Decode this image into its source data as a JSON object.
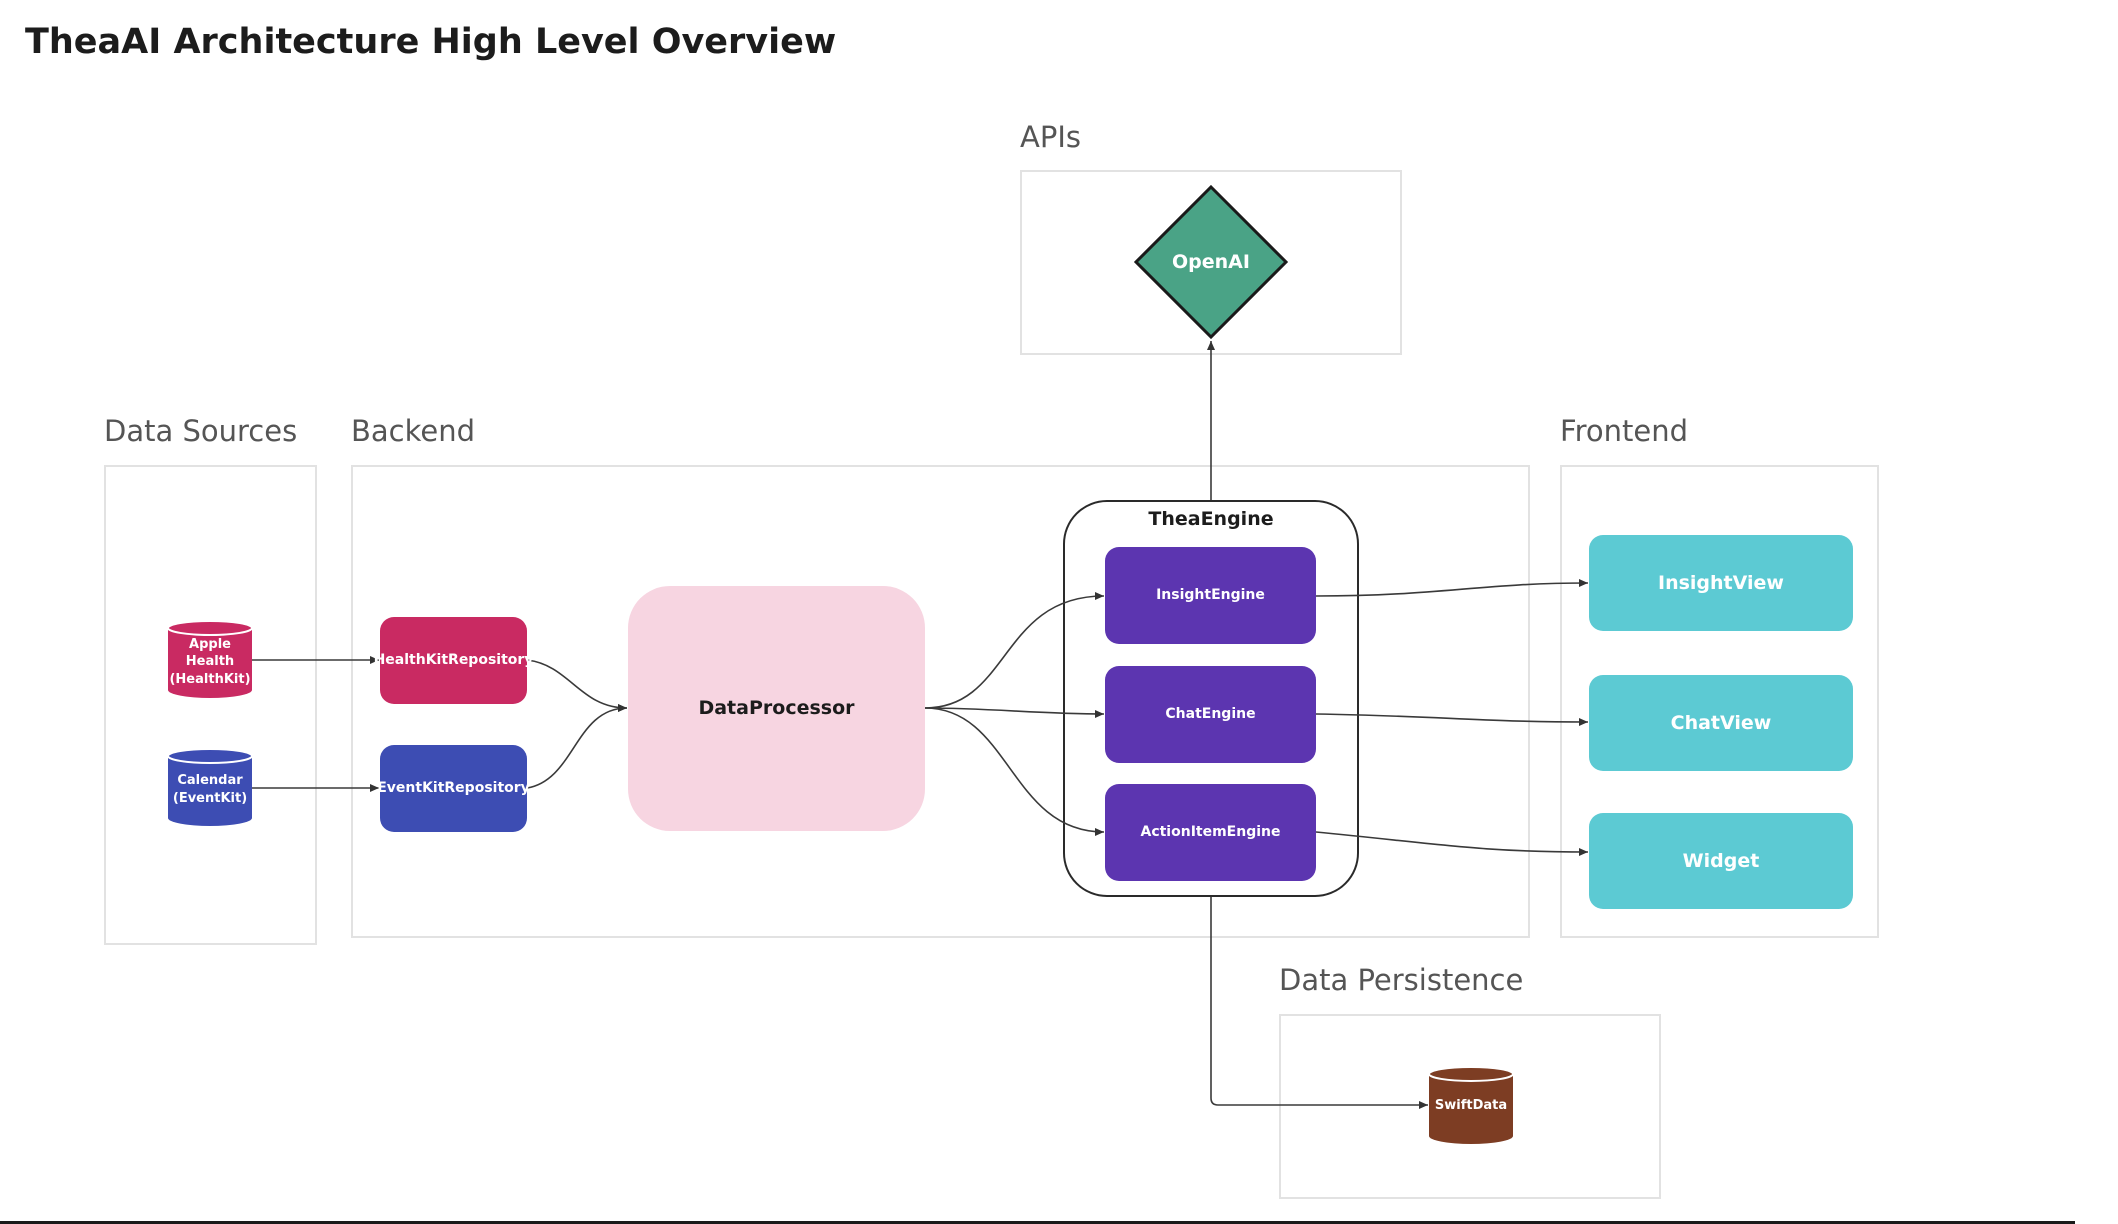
{
  "title": "TheaAI Architecture High Level Overview",
  "groups": {
    "apis": "APIs",
    "data_sources": "Data Sources",
    "backend": "Backend",
    "frontend": "Frontend",
    "persistence": "Data Persistence"
  },
  "nodes": {
    "openai": "OpenAI",
    "apple_health": "Apple Health (HealthKit)",
    "calendar": "Calendar (EventKit)",
    "healthkit_repo": "HealthKitRepository",
    "eventkit_repo": "EventKitRepository",
    "data_processor": "DataProcessor",
    "thea_engine": "TheaEngine",
    "insight_engine": "InsightEngine",
    "chat_engine": "ChatEngine",
    "action_engine": "ActionItemEngine",
    "insight_view": "InsightView",
    "chat_view": "ChatView",
    "widget": "Widget",
    "swiftdata": "SwiftData"
  },
  "colors": {
    "health": "#c92a62",
    "calendar": "#3d4db3",
    "processor": "#f7d5e1",
    "engine": "#5c35b0",
    "frontend": "#5ccad3",
    "openai": "#4aa386",
    "swiftdata": "#7d3d23"
  }
}
